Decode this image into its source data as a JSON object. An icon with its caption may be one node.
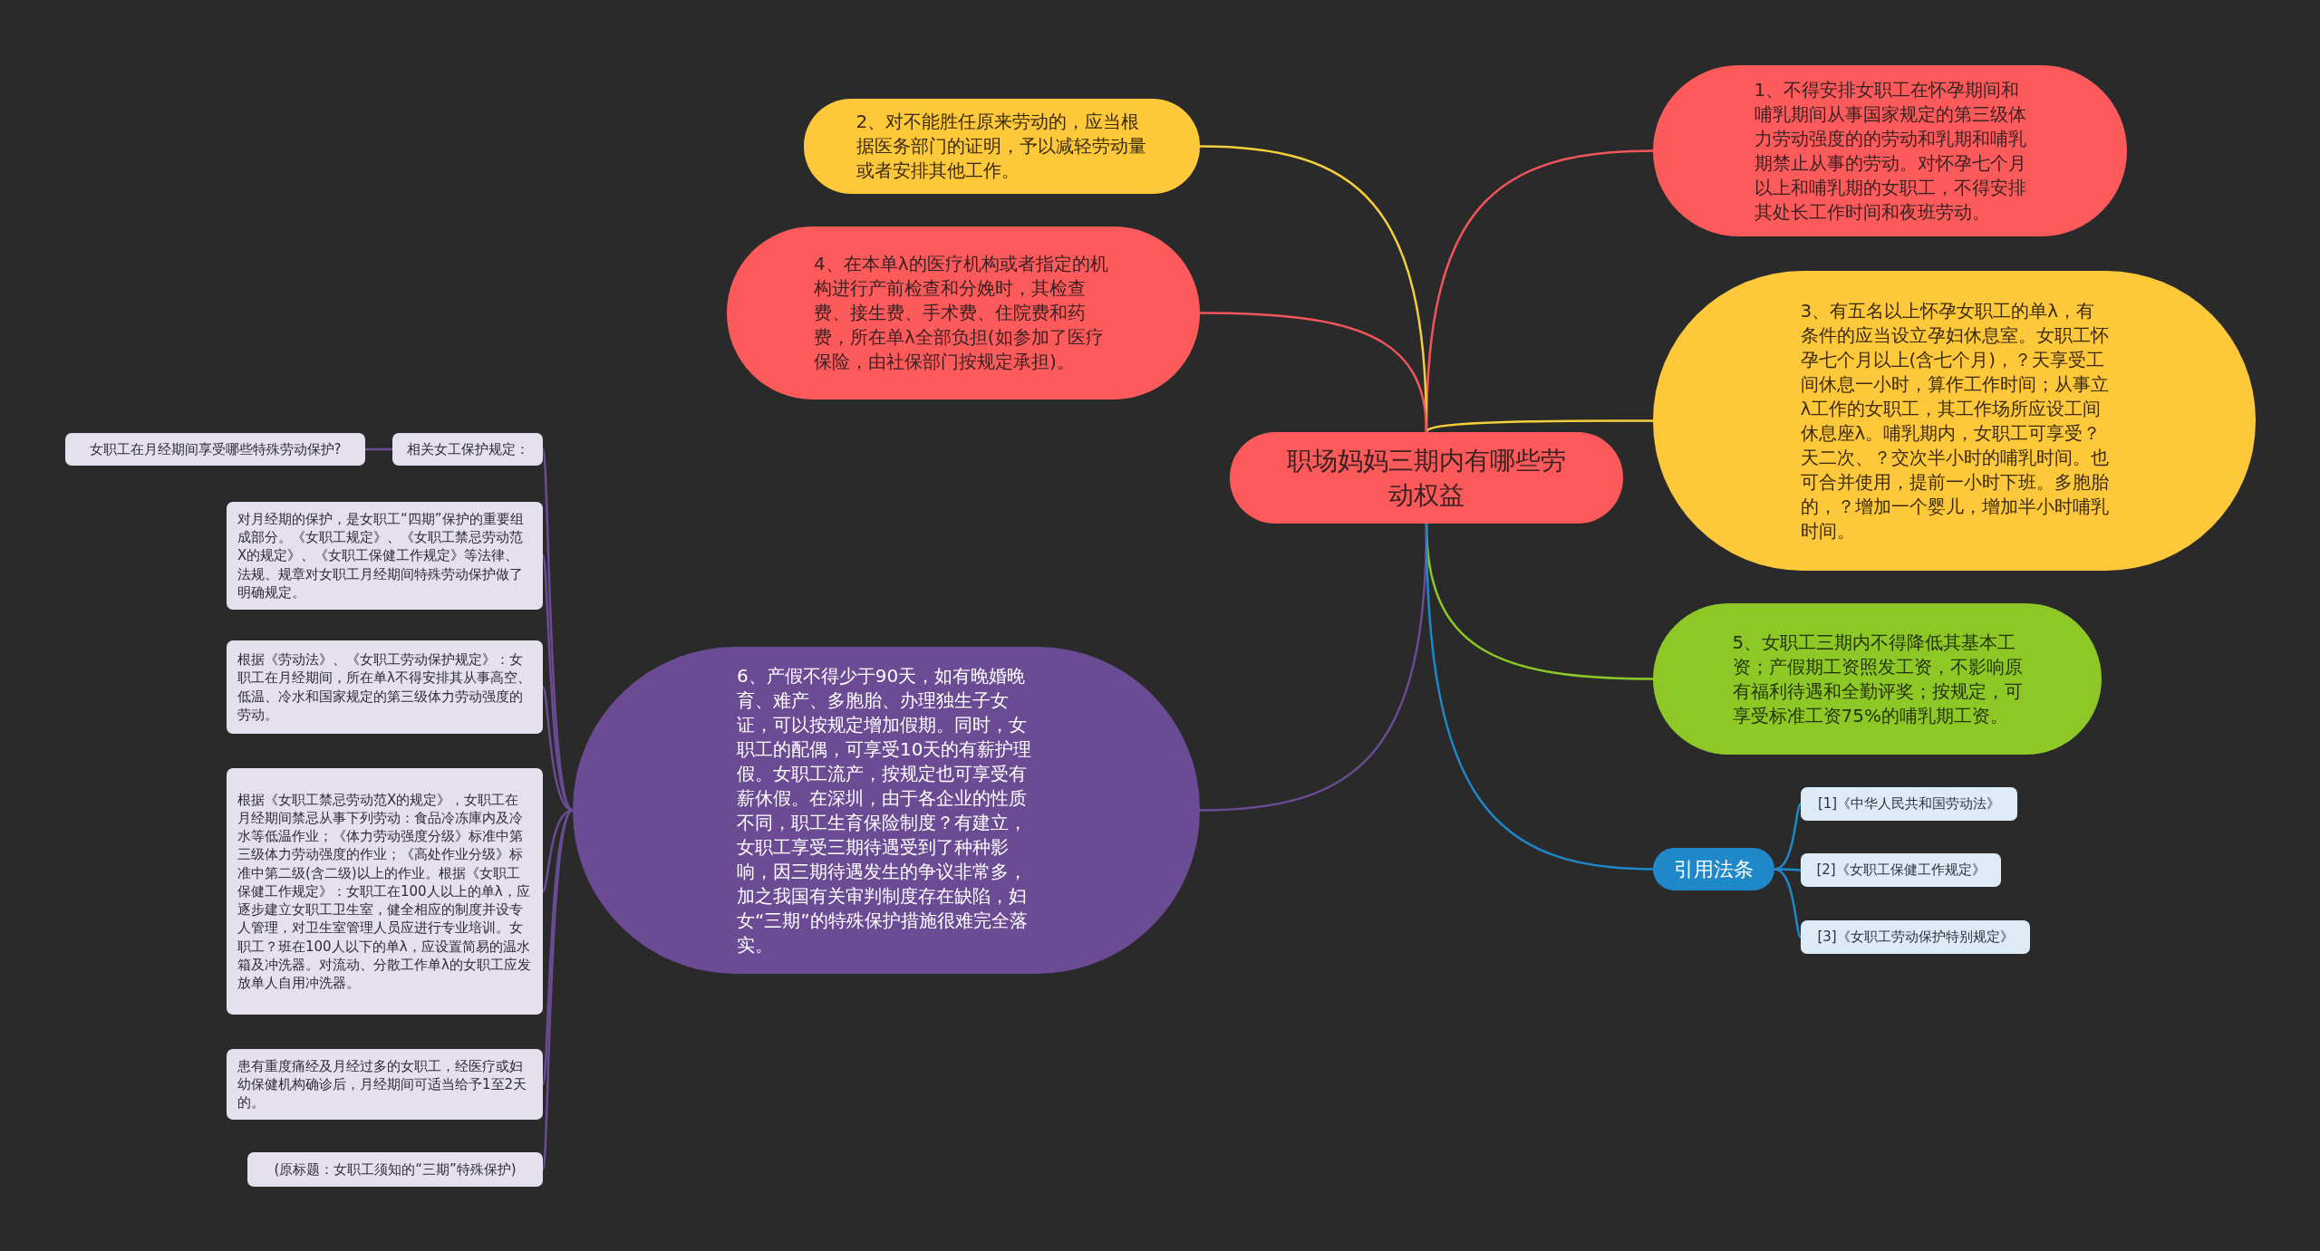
{
  "diagram": {
    "nodes": [
      {
        "text": [
          "职场妈妈三期内有哪些劳动权益"
        ]
      },
      {
        "text": [
          "1、不得安排女职工在怀孕期间和哺乳期间从事国家规定的第三级体力劳动强度的的劳动和乳期和哺乳期禁止从事的劳动。对怀孕七个月以上和哺乳期的女职工，不得安排其处长工作时间和夜班劳动。"
        ]
      },
      {
        "text": [
          "2、对不能胜任原来劳动的，应当根据医务部门的证明，予以减轻劳动量或者安排其他工作。"
        ]
      },
      {
        "text": [
          "3、有五名以上怀孕女职工的单λ，有条件的应当设立孕妇休息室。女职工怀孕七个月以上(含七个月)，？天享受工间休息一小时，算作工作时间；从事立λ工作的女职工，其工作场所应设工间休息座λ。哺乳期内，女职工可享受？天二次、？交次半小时的哺乳时间。也可合并使用，提前一小时下班。多胞胎的，？增加一个婴儿，增加半小时哺乳时间。"
        ]
      },
      {
        "text": [
          "4、在本单λ的医疗机构或者指定的机构进行产前检查和分娩时，其检查费、接生费、手术费、住院费和药费，所在单λ全部负担(如参加了医疗保险，由社保部门按规定承担)。"
        ]
      },
      {
        "text": [
          "5、女职工三期内不得降低其基本工资；产假期工资照发工资，不影响原有福利待遇和全勤评奖；按规定，可享受标准工资75%的哺乳期工资。"
        ]
      },
      {
        "text": [
          "6、产假不得少于90天，如有晚婚晚育、难产、多胞胎、办理独生子女证，可以按规定增加假期。同时，女职工的配偶，可享受10天的有薪护理假。女职工流产，按规定也可享受有薪休假。在深圳，由于各企业的性质不同，职工生育保险制度？有建立，女职工享受三期待遇受到了种种影响，因三期待遇发生的争议非常多，加之我国有关审判制度存在缺陷，妇女“三期”的特殊保护措施很难完全落实。"
        ]
      },
      {
        "text": [
          "引用法条"
        ]
      },
      {
        "text": [
          "[1]《中华人民共和国劳动法》"
        ]
      },
      {
        "text": [
          "[2]《女职工保健工作规定》"
        ]
      },
      {
        "text": [
          "[3]《女职工劳动保护特别规定》"
        ]
      },
      {
        "text": [
          "相关女工保护规定："
        ]
      },
      {
        "text": [
          "女职工在月经期间享受哪些特殊劳动保护?"
        ]
      },
      {
        "text": [
          "对月经期的保护，是女职工“四期”保护的重要组成部分。《女职工规定》、《女职工禁忌劳动范X的规定》、《女职工保健工作规定》等法律、法规、规章对女职工月经期间特殊劳动保护做了明确规定。"
        ]
      },
      {
        "text": [
          "根据《劳动法》、《女职工劳动保护规定》：女职工在月经期间，所在单λ不得安排其从事高空、低温、冷水和国家规定的第三级体力劳动强度的劳动。"
        ]
      },
      {
        "text": [
          "根据《女职工禁忌劳动范X的规定》，女职工在月经期间禁忌从事下列劳动：食品冷冻庫内及冷水等低温作业；《体力劳动强度分级》标准中第三级体力劳动强度的作业；《高处作业分级》标准中第二级(含二级)以上的作业。根据《女职工保健工作规定》：女职工在100人以上的单λ，应逐步建立女职工卫生室，健全相应的制度并设专人管理，对卫生室管理人员应进行专业培训。女职工？班在100人以下的单λ，应设置简易的温水箱及冲洗器。对流动、分散工作单λ的女职工应发放单人自用冲洗器。"
        ]
      },
      {
        "text": [
          "患有重度痛经及月经过多的女职工，经医疗或妇幼保健机构确诊后，月经期间可适当给予1至2天的。"
        ]
      },
      {
        "text": [
          "(原标题：女职工须知的“三期”特殊保护)"
        ]
      }
    ],
    "edges": [
      {
        "from": 0,
        "to": 1,
        "arrow": "none",
        "color": "#f4555a"
      },
      {
        "from": 0,
        "to": 2,
        "arrow": "none",
        "color": "#f5cf3b"
      },
      {
        "from": 0,
        "to": 3,
        "arrow": "none",
        "color": "#f5cf3b"
      },
      {
        "from": 0,
        "to": 4,
        "arrow": "none",
        "color": "#f4555a"
      },
      {
        "from": 0,
        "to": 5,
        "arrow": "none",
        "color": "#8dc826"
      },
      {
        "from": 0,
        "to": 6,
        "arrow": "none"
      },
      {
        "from": 0,
        "to": 7,
        "arrow": "none",
        "color": "#1e88c8"
      },
      {
        "from": 7,
        "to": 8,
        "arrow": "none",
        "color": "#1e88c8"
      },
      {
        "from": 7,
        "to": 9,
        "arrow": "none",
        "color": "#1e88c8"
      },
      {
        "from": 7,
        "to": 10,
        "arrow": "none",
        "color": "#1e88c8"
      },
      {
        "from": 6,
        "to": 11,
        "arrow": "none"
      },
      {
        "from": 11,
        "to": 12,
        "arrow": "none"
      },
      {
        "from": 6,
        "to": 13,
        "arrow": "none"
      },
      {
        "from": 6,
        "to": 14,
        "arrow": "none"
      },
      {
        "from": 6,
        "to": 15,
        "arrow": "none"
      },
      {
        "from": 6,
        "to": 16,
        "arrow": "none"
      },
      {
        "from": 6,
        "to": 17,
        "arrow": "none"
      }
    ]
  }
}
